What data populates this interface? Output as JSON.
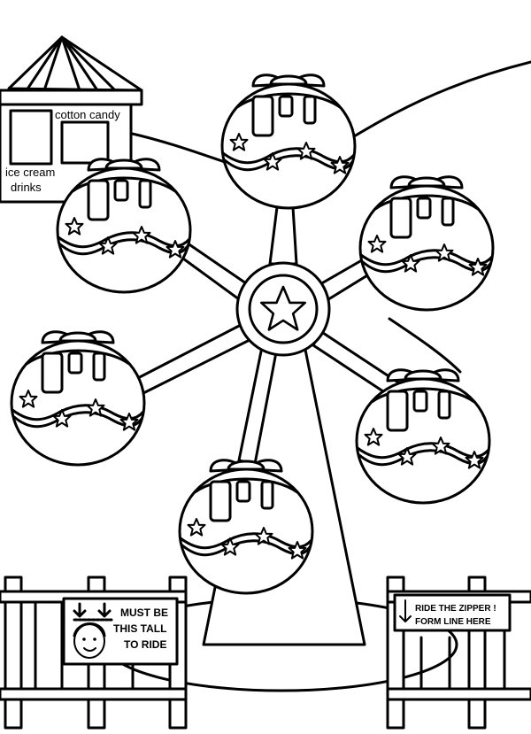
{
  "stand": {
    "sign_top": "cotton candy",
    "sign_bottom_line1": "ice cream",
    "sign_bottom_line2": "drinks"
  },
  "height_sign": {
    "line1": "MUST BE",
    "line2": "THIS TALL",
    "line3": "TO RIDE"
  },
  "queue_sign": {
    "line1": "RIDE THE ZIPPER !",
    "line2": "FORM LINE HERE"
  },
  "colors": {
    "ink": "#000000",
    "paper": "#ffffff"
  },
  "icons": [
    "star-icon",
    "arrow-down-icon",
    "child-face-icon"
  ]
}
